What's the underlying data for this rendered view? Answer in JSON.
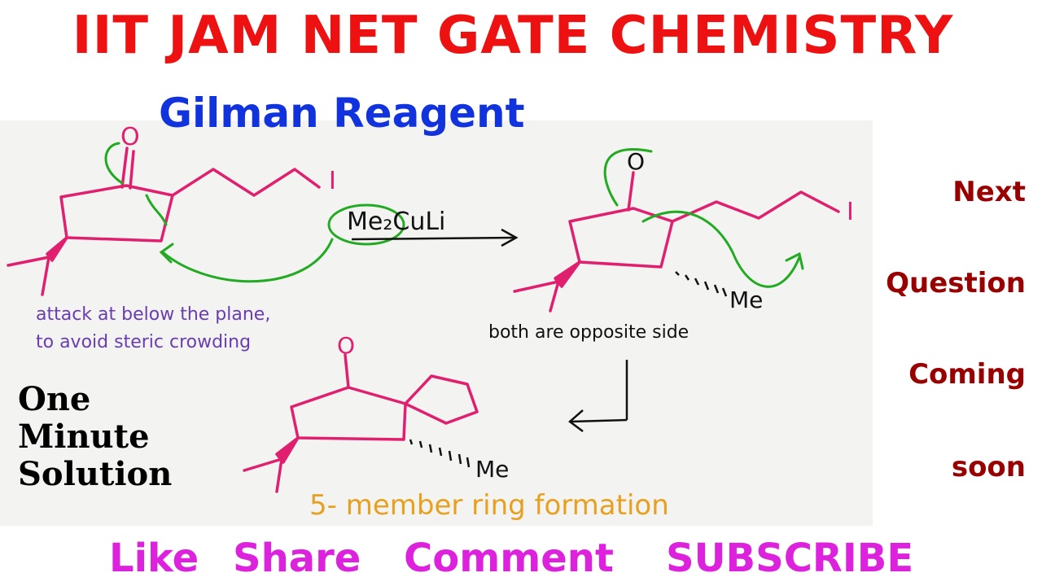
{
  "header": {
    "title": "IIT JAM NET GATE CHEMISTRY",
    "subtitle": "Gilman Reagent"
  },
  "scheme": {
    "reagent": "Me₂CuLi",
    "iodo_label": "I",
    "methyl_label": "Me",
    "oxygen_label": "O",
    "note_attack_line1": "attack at below the plane,",
    "note_attack_line2": "to avoid steric crowding",
    "note_opposite": "both are opposite side",
    "note_ring": "5- member ring formation"
  },
  "branding": {
    "line1": "One",
    "line2": "Minute",
    "line3": "Solution"
  },
  "side_panel": {
    "line1": "Next",
    "line2": "Question",
    "line3": "Coming",
    "line4": "soon"
  },
  "footer": {
    "like": "Like",
    "share": "Share",
    "comment": "Comment",
    "subscribe": "SUBSCRIBE"
  },
  "colors": {
    "title": "#ee1111",
    "subtitle": "#1133dd",
    "structure": "#e0206e",
    "arrow_green": "#22aa22",
    "note_purple": "#6a3db0",
    "note_orange": "#e8a020",
    "side_panel": "#990000",
    "footer": "#dd22dd",
    "ink": "#111111"
  }
}
